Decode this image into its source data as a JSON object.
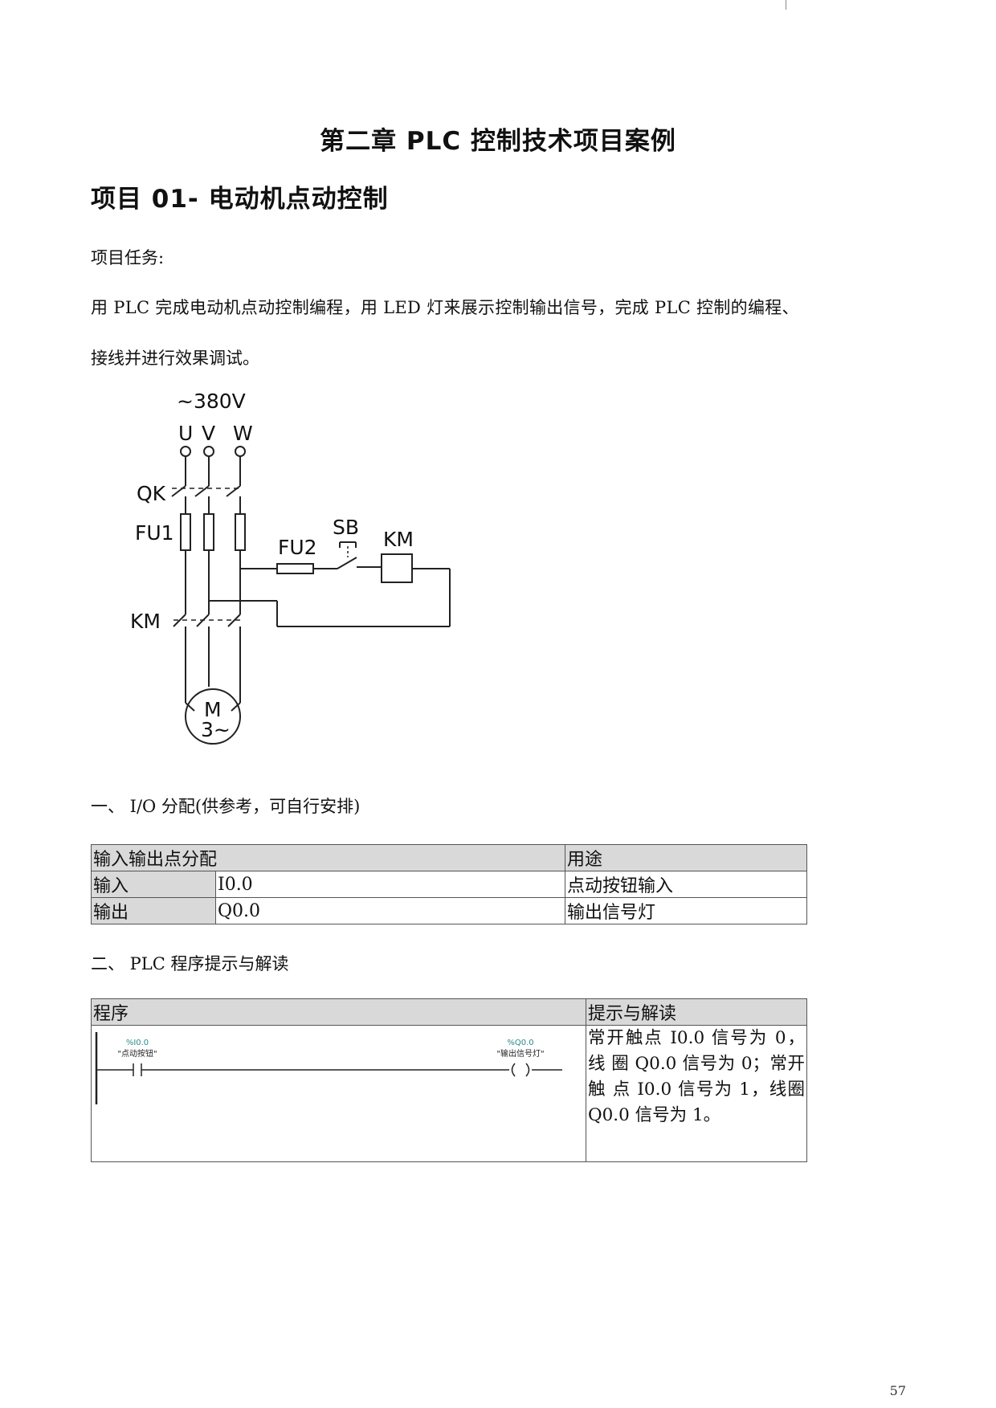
{
  "chapter_title": "第二章 PLC 控制技术项目案例",
  "project_title": "项目 01- 电动机点动控制",
  "task_label": "项目任务:",
  "task_line1": "用 PLC 完成电动机点动控制编程，用 LED 灯来展示控制输出信号，完成 PLC 控制的编程、",
  "task_line2": "接线并进行效果调试。",
  "circuit": {
    "voltage": "~380V",
    "phases": [
      "U",
      "V",
      "W"
    ],
    "labels": {
      "qk": "QK",
      "fu1": "FU1",
      "fu2": "FU2",
      "sb": "SB",
      "km_coil": "KM",
      "km_contact": "KM",
      "motor_m": "M",
      "motor_phase": "3~"
    }
  },
  "section1_heading": "一、 I/O 分配(供参考，可自行安排)",
  "io_table": {
    "headers": [
      "输入输出点分配",
      "用途"
    ],
    "rows": [
      {
        "type": "输入",
        "address": "I0.0",
        "use": "点动按钮输入"
      },
      {
        "type": "输出",
        "address": "Q0.0",
        "use": "输出信号灯"
      }
    ]
  },
  "section2_heading": "二、 PLC 程序提示与解读",
  "program_table": {
    "headers": [
      "程序",
      "提示与解读"
    ],
    "ladder": {
      "contact_address": "%I0.0",
      "contact_name": "\"点动按钮\"",
      "coil_address": "%Q0.0",
      "coil_name": "\"输出信号灯\""
    },
    "hint": "常开触点 I0.0 信号为 0，线 圈 Q0.0 信号为 0；常开触 点 I0.0 信号为 1，线圈 Q0.0 信号为 1。"
  },
  "page_number": "57"
}
